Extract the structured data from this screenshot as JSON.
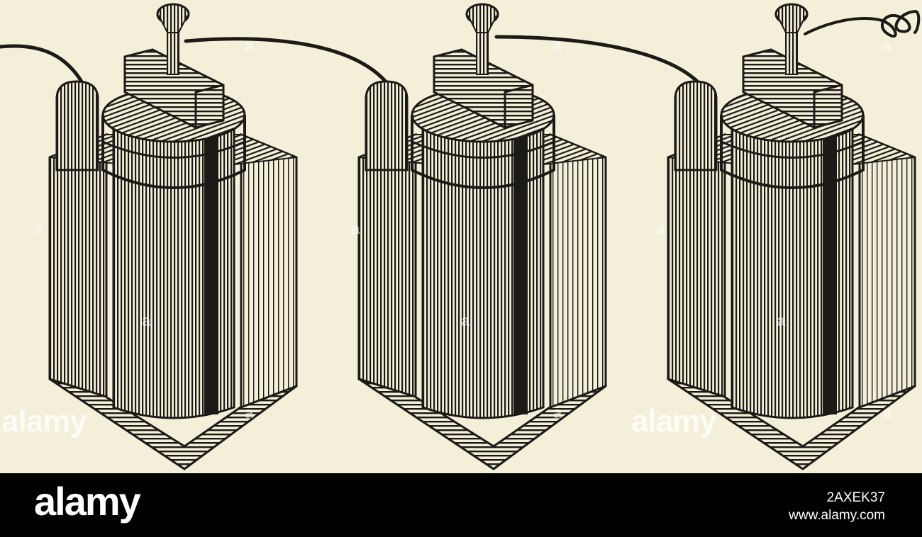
{
  "colors": {
    "paper": "#f3efd9",
    "ink": "#1c1a17",
    "footer": "#000000"
  },
  "watermark": {
    "text": "alamy"
  },
  "footer": {
    "brand": "alamy",
    "image_id": "2AXEK37",
    "site": "www.alamy.com"
  },
  "figure": {
    "cell_count": 3,
    "cells": [
      {
        "name": "cell-left"
      },
      {
        "name": "cell-middle"
      },
      {
        "name": "cell-right"
      }
    ]
  }
}
